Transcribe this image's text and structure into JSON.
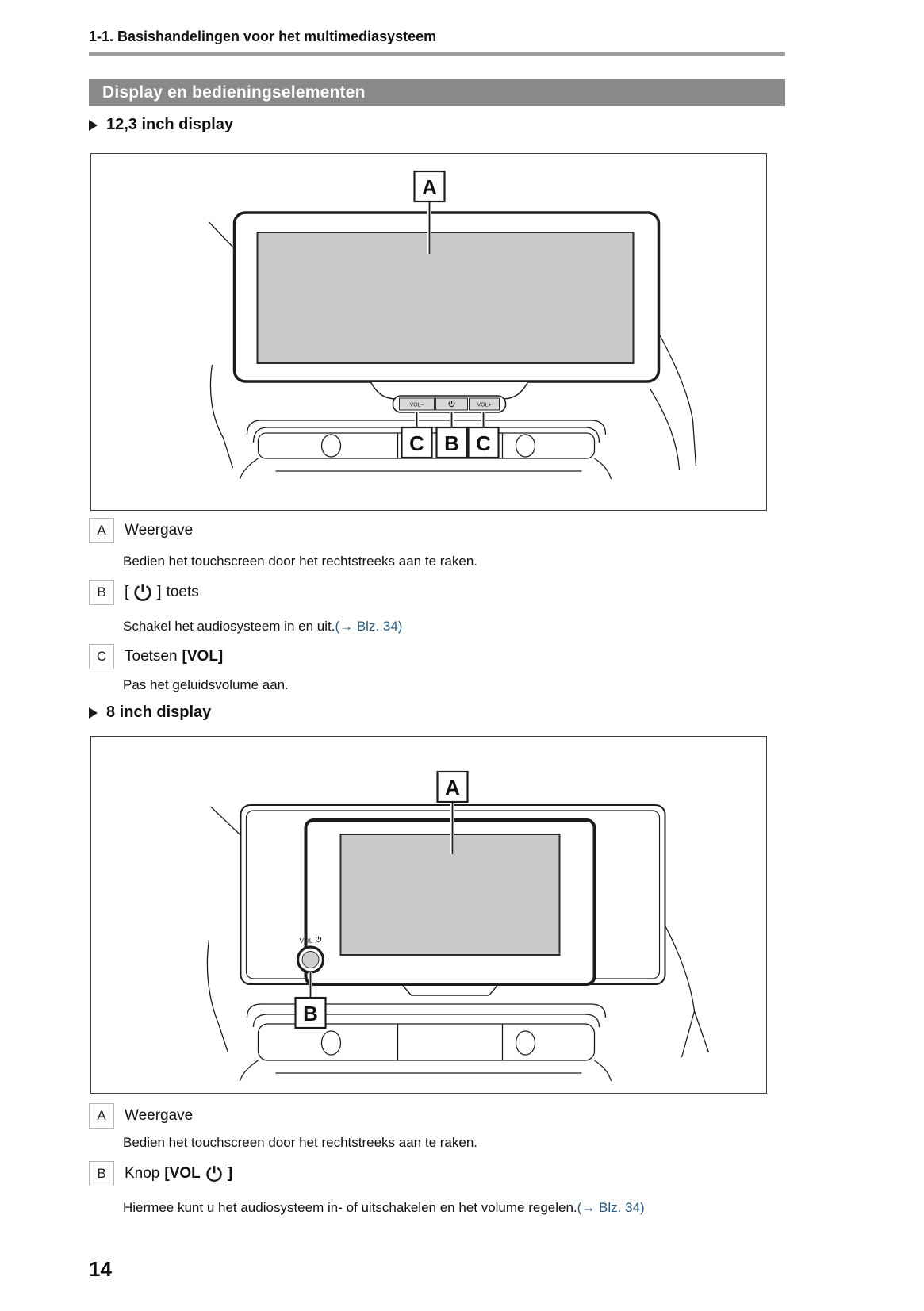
{
  "header": {
    "breadcrumb": "1-1. Basishandelingen voor het multimediasysteem",
    "banner_title": "Display en bedieningselementen"
  },
  "colors": {
    "banner_bg": "#8a8a8a",
    "rule_gray": "#9c9c9c",
    "screen_fill": "#c9c9c9",
    "button_fill": "#d8d8d8",
    "link_blue": "#27597f"
  },
  "section_12inch": {
    "heading": "12,3 inch display",
    "figure": {
      "label_a": "A",
      "label_b": "B",
      "label_c_left": "C",
      "label_c_right": "C",
      "btn_vol_down": "VOL−",
      "btn_vol_up": "VOL+"
    },
    "legend": {
      "a_key": "A",
      "a_title": "Weergave",
      "a_desc": "Bedien het touchscreen door het rechtstreeks aan te raken.",
      "b_key": "B",
      "b_open": "[",
      "b_close": "]",
      "b_rest": "toets",
      "b_desc": "Schakel het audiosysteem in en uit.",
      "b_link": "(→ Blz. 34)",
      "c_key": "C",
      "c_pre": "Toetsen",
      "c_bold": "[VOL]",
      "c_desc": "Pas het geluidsvolume aan."
    }
  },
  "section_8inch": {
    "heading": "8 inch display",
    "figure": {
      "label_a": "A",
      "label_b": "B",
      "knob_label": "VOL"
    },
    "legend": {
      "a_key": "A",
      "a_title": "Weergave",
      "a_desc": "Bedien het touchscreen door het rechtstreeks aan te raken.",
      "b_key": "B",
      "b_pre": "Knop",
      "b_bold_open": "[VOL",
      "b_close": "]",
      "b_desc": "Hiermee kunt u het audiosysteem in- of uitschakelen en het volume regelen.",
      "b_link": "(→ Blz. 34)"
    }
  },
  "page_number": "14"
}
